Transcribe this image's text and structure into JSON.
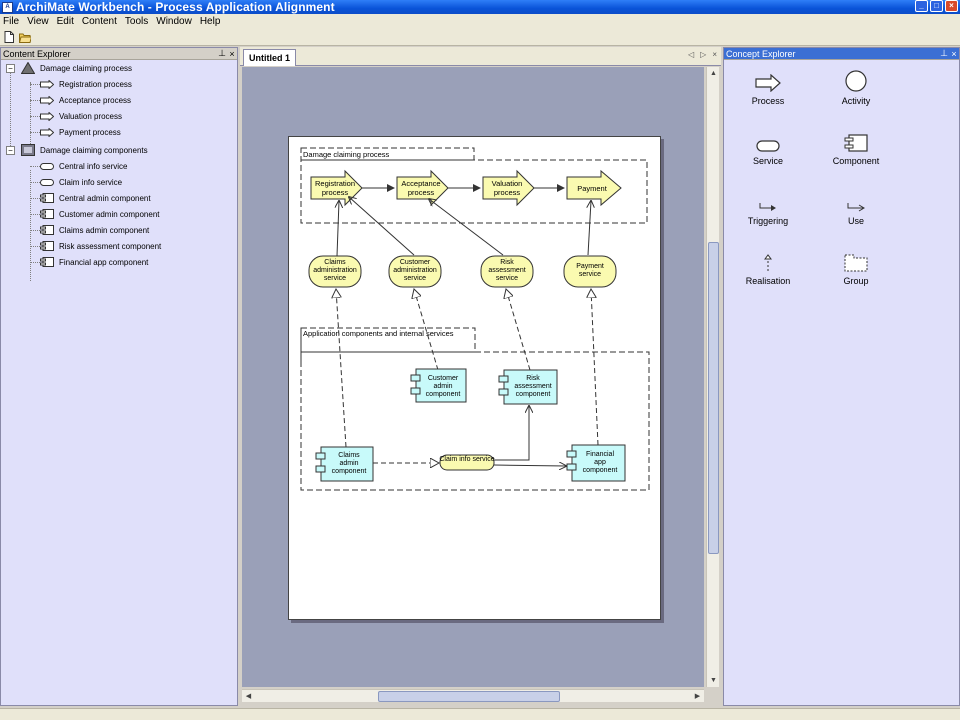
{
  "window": {
    "title": "ArchiMate Workbench - Process Application Alignment"
  },
  "menu": [
    "File",
    "View",
    "Edit",
    "Content",
    "Tools",
    "Window",
    "Help"
  ],
  "content_explorer": {
    "title": "Content Explorer",
    "groups": [
      {
        "label": "Damage claiming process",
        "items": [
          "Registration process",
          "Acceptance process",
          "Valuation process",
          "Payment process"
        ]
      },
      {
        "label": "Damage claiming components",
        "items": [
          "Central info service",
          "Claim info service",
          "Central admin component",
          "Customer admin component",
          "Claims admin component",
          "Risk assessment component",
          "Financial app component"
        ]
      }
    ]
  },
  "document": {
    "tab_label": "Untitled 1"
  },
  "diagram": {
    "group_process": "Damage claiming process",
    "group_app": "Application components and internal services",
    "processes": [
      [
        "Registration",
        "process"
      ],
      [
        "Acceptance",
        "process"
      ],
      [
        "Valuation",
        "process"
      ],
      [
        "Payment"
      ]
    ],
    "services": [
      [
        "Claims",
        "administration",
        "service"
      ],
      [
        "Customer",
        "administration",
        "service"
      ],
      [
        "Risk",
        "assessment",
        "service"
      ],
      [
        "Payment",
        "service"
      ]
    ],
    "components": [
      [
        "Customer",
        "admin",
        "component"
      ],
      [
        "Risk",
        "assessment",
        "component"
      ],
      [
        "Claims",
        "admin",
        "component"
      ],
      [
        "Financial",
        "app",
        "component"
      ]
    ],
    "internal_service": "Claim info service"
  },
  "concept_explorer": {
    "title": "Concept Explorer",
    "items": [
      {
        "label": "Process",
        "icon": "process-icon"
      },
      {
        "label": "Activity",
        "icon": "activity-icon"
      },
      {
        "label": "Service",
        "icon": "service-icon"
      },
      {
        "label": "Component",
        "icon": "component-icon"
      },
      {
        "label": "Triggering",
        "icon": "triggering-icon"
      },
      {
        "label": "Use",
        "icon": "use-icon"
      },
      {
        "label": "Realisation",
        "icon": "realisation-icon"
      },
      {
        "label": "Group",
        "icon": "group-icon"
      }
    ]
  },
  "colors": {
    "process_fill": "#fafab0",
    "component_fill": "#c8fafa",
    "panel_bg": "#e0e0fa",
    "active_header": "#3b6fd4"
  }
}
